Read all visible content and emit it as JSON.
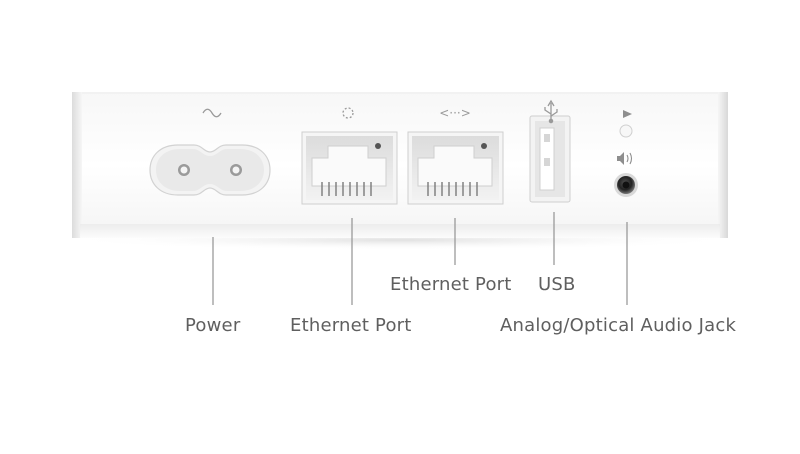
{
  "diagram": {
    "labels": {
      "power": "Power",
      "ethernet_port_1": "Ethernet Port",
      "ethernet_port_2": "Ethernet Port",
      "usb": "USB",
      "audio": "Analog/Optical Audio Jack"
    },
    "icons": {
      "power": "ac-power-icon",
      "ethernet_1": "lan-icon",
      "ethernet_2": "wan-icon",
      "usb": "usb-icon",
      "status": "status-light-icon",
      "audio": "speaker-icon"
    },
    "colors": {
      "device_body": "#fbfbfb",
      "callout_line": "#9a9a9a",
      "label_text": "#5f5f5f",
      "port_interior": "#f0f0f0"
    }
  }
}
